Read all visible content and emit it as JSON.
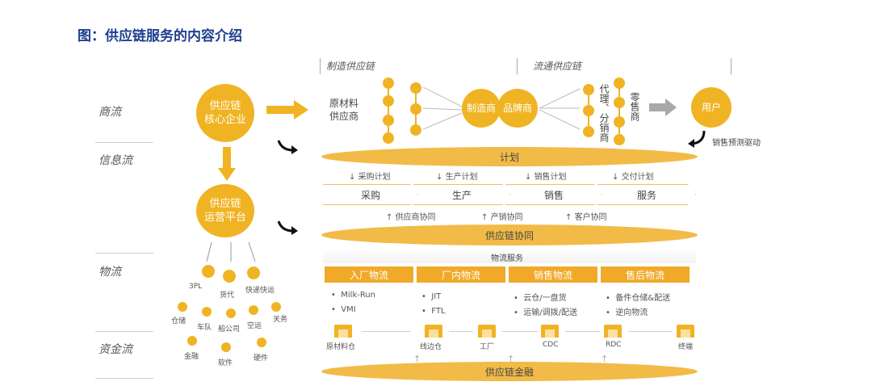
{
  "title": "图：供应链服务的内容介绍",
  "rows": [
    "商流",
    "信息流",
    "物流",
    "资金流"
  ],
  "sections": {
    "manufacturing": "制造供应链",
    "distribution": "流通供应链"
  },
  "core": {
    "enterprise": "供应链\n核心企业",
    "platform": "供应链\n运营平台"
  },
  "commerce": {
    "raw_supplier": "原材料\n供应商",
    "manufacturer": "制造商",
    "brand": "品牌商",
    "agent": "代理、分销商",
    "retailer": "零售商",
    "user": "用户",
    "forecast": "销售预测驱动"
  },
  "plan_ellipse": "计划",
  "plans": [
    "采购计划",
    "生产计划",
    "销售计划",
    "交付计划"
  ],
  "stages": [
    "采购",
    "生产",
    "销售",
    "服务"
  ],
  "collab": [
    "供应商协同",
    "产销协同",
    "客户协同"
  ],
  "collab_ellipse": "供应链协同",
  "logistics_service": "物流服务",
  "logistics": [
    {
      "title": "入厂物流",
      "items": [
        "Milk-Run",
        "VMI"
      ]
    },
    {
      "title": "厂内物流",
      "items": [
        "JIT",
        "FTL"
      ]
    },
    {
      "title": "销售物流",
      "items": [
        "云仓/一盘货",
        "运输/调拨/配送"
      ]
    },
    {
      "title": "售后物流",
      "items": [
        "备件仓储&配送",
        "逆向物流"
      ]
    }
  ],
  "warehouses": [
    "原材料仓",
    "线边仓",
    "工厂",
    "CDC",
    "RDC",
    "终端"
  ],
  "finance_ellipse": "供应链金融",
  "platform_services": [
    "3PL",
    "货代",
    "快递快运",
    "仓储",
    "车队",
    "船公司",
    "空运",
    "关务",
    "金融",
    "软件",
    "硬件"
  ],
  "colors": {
    "accent": "#f0b323",
    "title": "#1f3f8f"
  }
}
